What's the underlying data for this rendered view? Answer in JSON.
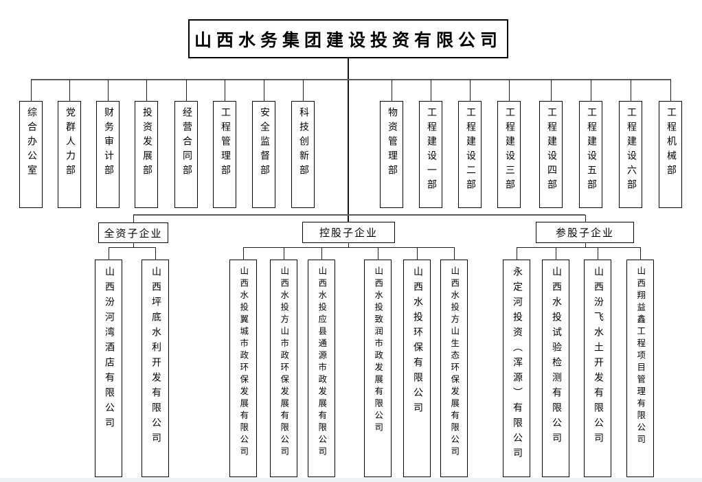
{
  "title": "山西水务集团建设投资有限公司",
  "departments": [
    "综合办公室",
    "党群人力部",
    "财务审计部",
    "投资发展部",
    "经营合同部",
    "工程管理部",
    "安全监督部",
    "科技创新部",
    "物资管理部",
    "工程建设一部",
    "工程建设二部",
    "工程建设三部",
    "工程建设四部",
    "工程建设五部",
    "工程建设六部",
    "工程机械部"
  ],
  "groups": [
    {
      "label": "全资子企业",
      "companies": [
        "山西汾河湾酒店有限公司",
        "山西坪底水利开发有限公司"
      ]
    },
    {
      "label": "控股子企业",
      "companies": [
        "山西水投翼城市政环保发展有限公司",
        "山西水投方山市政环保发展有限公司",
        "山西水投应县通源市政发展有限公司",
        "山西水投致润市政发展有限公司",
        "山西水投环保有限公司",
        "山西水投方山生态环保发展有限公司"
      ]
    },
    {
      "label": "参股子企业",
      "companies": [
        "永定河投资（浑源）有限公司",
        "山西水投试验检测有限公司",
        "山西汾飞水土开发有限公司",
        "山西翔益鑫工程项目管理有限公司"
      ]
    }
  ]
}
